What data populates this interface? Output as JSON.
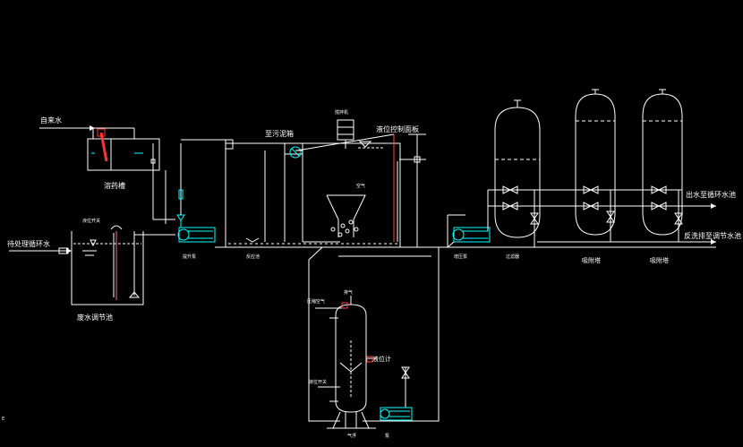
{
  "diagram": {
    "labels": {
      "tap_water": "自来水",
      "dosing_tank": "溶药槽",
      "pending_water": "待处理循环水",
      "level_switch_left": "液位开关",
      "wastewater_tank": "废水调节池",
      "pump_left": "提升泵",
      "reaction_tank": "反应池",
      "to_sludge_tank": "至污泥箱",
      "mixer": "搅拌机",
      "level_control_board": "液位控制面板",
      "air": "空气",
      "pump_right": "增压泵",
      "filter": "过滤器",
      "adsorption_1": "吸附塔",
      "adsorption_2": "吸附塔",
      "outlet": "出水至循环水池",
      "backwash": "反洗排至调节水池",
      "compressed_air": "压缩空气",
      "vent": "排气",
      "level_gauge": "液位计",
      "level_switch_bottom": "液位开关",
      "flotation": "气浮",
      "pump_bottom": "泵",
      "corner": "E"
    }
  }
}
